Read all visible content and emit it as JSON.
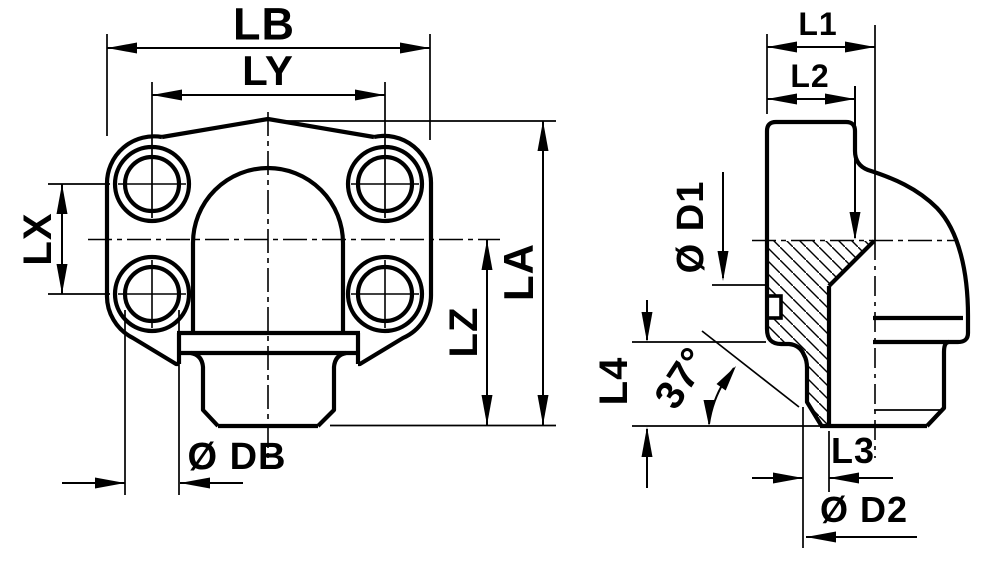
{
  "drawing": {
    "type": "technical-drawing",
    "part": "4-bolt flange elbow fitting, two orthographic views",
    "colors": {
      "line": "#000000",
      "background": "#ffffff"
    },
    "front_view": {
      "labels": {
        "lb": "LB",
        "ly": "LY",
        "lx": "LX",
        "la": "LA",
        "lz": "LZ",
        "db": "Ø DB"
      }
    },
    "side_view": {
      "labels": {
        "l1": "L1",
        "l2": "L2",
        "d1": "Ø D1",
        "angle": "37°",
        "l4": "L4",
        "l3": "L3",
        "d2": "Ø D2"
      }
    }
  }
}
